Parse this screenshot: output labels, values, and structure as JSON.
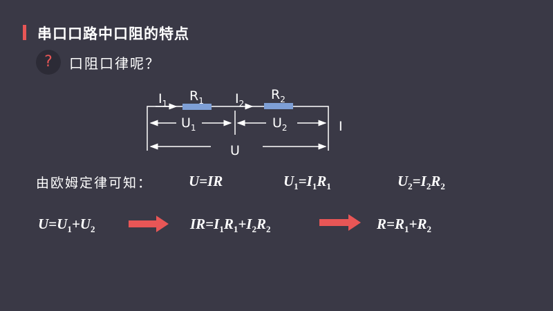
{
  "title": "串口口路中口阻的特点",
  "question_mark": "?",
  "subtitle": "口阻口律呢？",
  "circuit": {
    "i1": "I",
    "i1_sub": "1",
    "r1": "R",
    "r1_sub": "1",
    "i2": "I",
    "i2_sub": "2",
    "r2": "R",
    "r2_sub": "2",
    "u1": "U",
    "u1_sub": "1",
    "u2": "U",
    "u2_sub": "2",
    "i": "I",
    "u": "U"
  },
  "law_label": "由欧姆定律可知：",
  "eq": {
    "e1": "U=IR",
    "e2a": "U",
    "e2s": "1",
    "e2b": "=I",
    "e2t": "1",
    "e2c": "R",
    "e2u": "1",
    "e3a": "U",
    "e3s": "2",
    "e3b": "=I",
    "e3t": "2",
    "e3c": "R",
    "e3u": "2",
    "e4a": "U=U",
    "e4s": "1",
    "e4b": "+U",
    "e4t": "2",
    "e5a": "IR=I",
    "e5s": "1",
    "e5b": "R",
    "e5t": "1",
    "e5c": "+I",
    "e5u": "2",
    "e5d": "R",
    "e5v": "2",
    "e6a": "R=R",
    "e6s": "1",
    "e6b": "+R",
    "e6t": "2"
  },
  "colors": {
    "accent": "#e85656",
    "resistor": "#7e9fd6",
    "background": "#3a3946"
  }
}
